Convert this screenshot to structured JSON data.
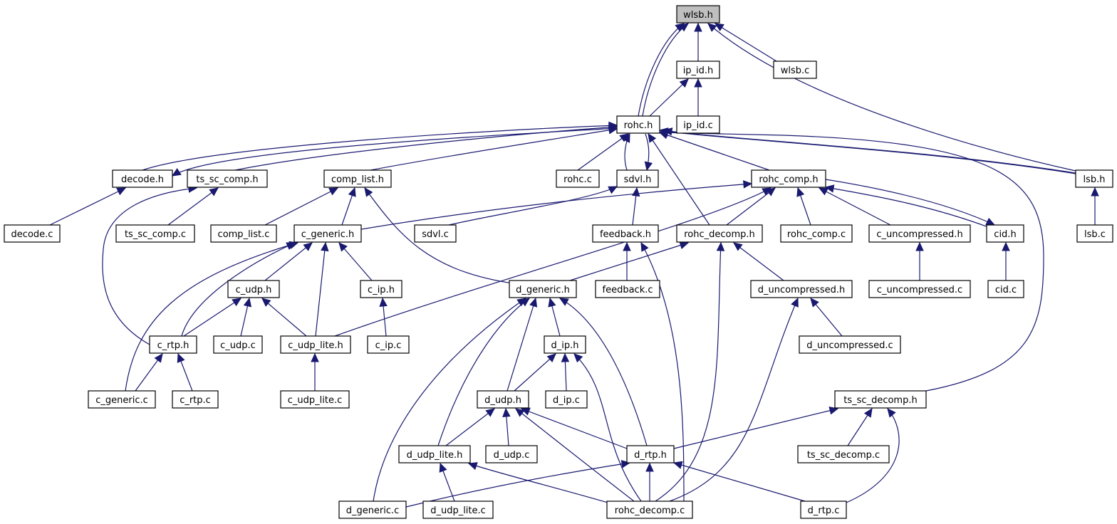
{
  "colors": {
    "edge": "#191970",
    "root_fill": "#bfbfbf",
    "node_fill": "#ffffff",
    "node_stroke": "#000000"
  },
  "nodes": {
    "wlsb_h": "wlsb.h",
    "ip_id_h": "ip_id.h",
    "wlsb_c": "wlsb.c",
    "rohc_h": "rohc.h",
    "ip_id_c": "ip_id.c",
    "decode_h": "decode.h",
    "ts_sc_comp_h": "ts_sc_comp.h",
    "comp_list_h": "comp_list.h",
    "rohc_c": "rohc.c",
    "sdvl_h": "sdvl.h",
    "rohc_comp_h": "rohc_comp.h",
    "lsb_h": "lsb.h",
    "decode_c": "decode.c",
    "ts_sc_comp_c": "ts_sc_comp.c",
    "comp_list_c": "comp_list.c",
    "c_generic_h": "c_generic.h",
    "sdvl_c": "sdvl.c",
    "feedback_h": "feedback.h",
    "rohc_decomp_h": "rohc_decomp.h",
    "rohc_comp_c": "rohc_comp.c",
    "c_uncompressed_h": "c_uncompressed.h",
    "cid_h": "cid.h",
    "lsb_c": "lsb.c",
    "c_udp_h": "c_udp.h",
    "c_ip_h": "c_ip.h",
    "d_generic_h": "d_generic.h",
    "feedback_c": "feedback.c",
    "d_uncompressed_h": "d_uncompressed.h",
    "c_uncompressed_c": "c_uncompressed.c",
    "cid_c": "cid.c",
    "c_rtp_h": "c_rtp.h",
    "c_udp_c": "c_udp.c",
    "c_udp_lite_h": "c_udp_lite.h",
    "c_ip_c": "c_ip.c",
    "d_ip_h": "d_ip.h",
    "d_uncompressed_c": "d_uncompressed.c",
    "c_generic_c": "c_generic.c",
    "c_rtp_c": "c_rtp.c",
    "c_udp_lite_c": "c_udp_lite.c",
    "d_udp_h": "d_udp.h",
    "d_ip_c": "d_ip.c",
    "ts_sc_decomp_h": "ts_sc_decomp.h",
    "d_udp_lite_h": "d_udp_lite.h",
    "d_udp_c": "d_udp.c",
    "d_rtp_h": "d_rtp.h",
    "ts_sc_decomp_c": "ts_sc_decomp.c",
    "d_generic_c": "d_generic.c",
    "d_udp_lite_c": "d_udp_lite.c",
    "rohc_decomp_c": "rohc_decomp.c",
    "d_rtp_c": "d_rtp.c"
  },
  "edges": [
    [
      "rohc_h",
      "wlsb_h"
    ],
    [
      "ip_id_h",
      "wlsb_h"
    ],
    [
      "wlsb_c",
      "wlsb_h"
    ],
    [
      "lsb_h",
      "wlsb_h"
    ],
    [
      "rohc_h",
      "wlsb_h"
    ],
    [
      "rohc_h",
      "ip_id_h"
    ],
    [
      "ip_id_c",
      "ip_id_h"
    ],
    [
      "decode_h",
      "rohc_h"
    ],
    [
      "ts_sc_comp_h",
      "rohc_h"
    ],
    [
      "comp_list_h",
      "rohc_h"
    ],
    [
      "rohc_c",
      "rohc_h"
    ],
    [
      "sdvl_h",
      "rohc_h"
    ],
    [
      "rohc_comp_h",
      "rohc_h"
    ],
    [
      "lsb_h",
      "rohc_h"
    ],
    [
      "lsb_h",
      "rohc_h"
    ],
    [
      "rohc_decomp_h",
      "rohc_h"
    ],
    [
      "ts_sc_decomp_h",
      "rohc_h"
    ],
    [
      "rohc_h",
      "decode_h"
    ],
    [
      "rohc_h",
      "sdvl_h"
    ],
    [
      "decode_c",
      "decode_h"
    ],
    [
      "ts_sc_comp_c",
      "ts_sc_comp_h"
    ],
    [
      "c_rtp_h",
      "ts_sc_comp_h"
    ],
    [
      "comp_list_c",
      "comp_list_h"
    ],
    [
      "c_generic_h",
      "comp_list_h"
    ],
    [
      "d_generic_h",
      "comp_list_h"
    ],
    [
      "sdvl_c",
      "sdvl_h"
    ],
    [
      "feedback_h",
      "sdvl_h"
    ],
    [
      "c_generic_h",
      "rohc_comp_h"
    ],
    [
      "c_udp_lite_h",
      "rohc_comp_h"
    ],
    [
      "rohc_decomp_h",
      "rohc_comp_h"
    ],
    [
      "rohc_comp_c",
      "rohc_comp_h"
    ],
    [
      "c_uncompressed_h",
      "rohc_comp_h"
    ],
    [
      "cid_h",
      "rohc_comp_h"
    ],
    [
      "rohc_comp_h",
      "cid_h"
    ],
    [
      "lsb_c",
      "lsb_h"
    ],
    [
      "c_udp_h",
      "c_generic_h"
    ],
    [
      "c_udp_lite_h",
      "c_generic_h"
    ],
    [
      "c_ip_h",
      "c_generic_h"
    ],
    [
      "c_rtp_h",
      "c_generic_h"
    ],
    [
      "c_generic_c",
      "c_generic_h"
    ],
    [
      "d_generic_h",
      "rohc_decomp_h"
    ],
    [
      "d_uncompressed_h",
      "rohc_decomp_h"
    ],
    [
      "rohc_decomp_c",
      "rohc_decomp_h"
    ],
    [
      "feedback_c",
      "feedback_h"
    ],
    [
      "rohc_decomp_c",
      "feedback_h"
    ],
    [
      "c_uncompressed_c",
      "c_uncompressed_h"
    ],
    [
      "cid_c",
      "cid_h"
    ],
    [
      "c_rtp_h",
      "c_udp_h"
    ],
    [
      "c_udp_c",
      "c_udp_h"
    ],
    [
      "c_udp_lite_h",
      "c_udp_h"
    ],
    [
      "c_ip_c",
      "c_ip_h"
    ],
    [
      "d_ip_h",
      "d_generic_h"
    ],
    [
      "d_udp_h",
      "d_generic_h"
    ],
    [
      "d_udp_lite_h",
      "d_generic_h"
    ],
    [
      "d_rtp_h",
      "d_generic_h"
    ],
    [
      "d_generic_c",
      "d_generic_h"
    ],
    [
      "d_uncompressed_c",
      "d_uncompressed_h"
    ],
    [
      "rohc_decomp_c",
      "d_uncompressed_h"
    ],
    [
      "c_generic_c",
      "c_rtp_h"
    ],
    [
      "c_rtp_c",
      "c_rtp_h"
    ],
    [
      "c_udp_lite_c",
      "c_udp_lite_h"
    ],
    [
      "d_udp_h",
      "d_ip_h"
    ],
    [
      "d_ip_c",
      "d_ip_h"
    ],
    [
      "rohc_decomp_c",
      "d_ip_h"
    ],
    [
      "d_udp_lite_h",
      "d_udp_h"
    ],
    [
      "d_udp_c",
      "d_udp_h"
    ],
    [
      "d_rtp_h",
      "d_udp_h"
    ],
    [
      "rohc_decomp_c",
      "d_udp_h"
    ],
    [
      "d_rtp_h",
      "ts_sc_decomp_h"
    ],
    [
      "ts_sc_decomp_c",
      "ts_sc_decomp_h"
    ],
    [
      "d_rtp_c",
      "ts_sc_decomp_h"
    ],
    [
      "d_udp_lite_c",
      "d_udp_lite_h"
    ],
    [
      "rohc_decomp_c",
      "d_udp_lite_h"
    ],
    [
      "d_generic_c",
      "d_rtp_h"
    ],
    [
      "rohc_decomp_c",
      "d_rtp_h"
    ],
    [
      "d_rtp_c",
      "d_rtp_h"
    ]
  ]
}
